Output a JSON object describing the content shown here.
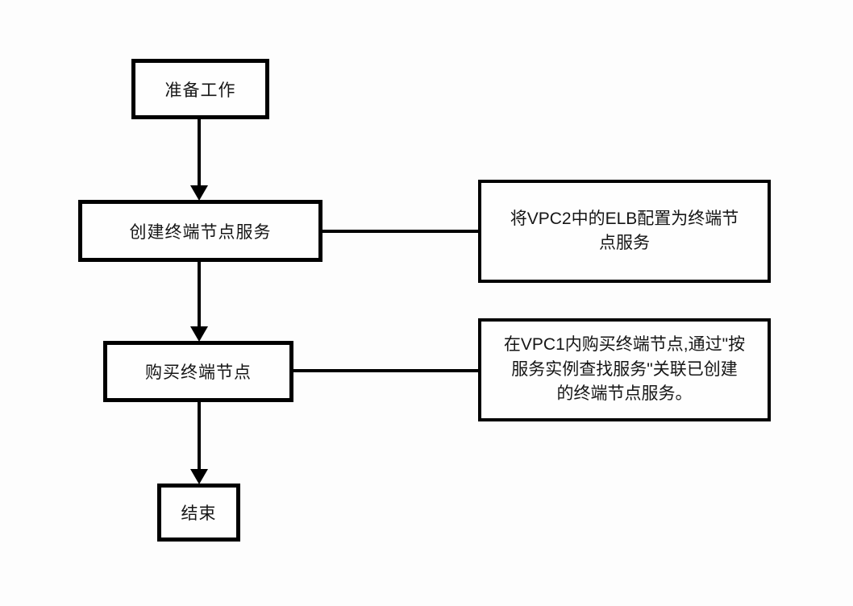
{
  "diagram": {
    "type": "flowchart",
    "background": "#fdfdfd",
    "line_color": "#000000",
    "text_color": "#161616",
    "nodes": [
      {
        "id": "start",
        "label": "准备工作"
      },
      {
        "id": "create-endpoint-service",
        "label": "创建终端节点服务"
      },
      {
        "id": "buy-endpoint",
        "label": "购买终端节点"
      },
      {
        "id": "end",
        "label": "结束"
      }
    ],
    "annotations": [
      {
        "id": "configure-elb-note",
        "label": "将VPC2中的ELB配置为终端节\n点服务"
      },
      {
        "id": "buy-endpoint-note",
        "label": "在VPC1内购买终端节点,通过\"按\n服务实例查找服务\"关联已创建\n的终端节点服务。"
      }
    ],
    "edges": [
      {
        "from": "start",
        "to": "create-endpoint-service",
        "style": "arrow"
      },
      {
        "from": "create-endpoint-service",
        "to": "buy-endpoint",
        "style": "arrow"
      },
      {
        "from": "buy-endpoint",
        "to": "end",
        "style": "arrow"
      },
      {
        "from": "create-endpoint-service",
        "to": "configure-elb-note",
        "style": "line"
      },
      {
        "from": "buy-endpoint",
        "to": "buy-endpoint-note",
        "style": "line"
      }
    ]
  }
}
